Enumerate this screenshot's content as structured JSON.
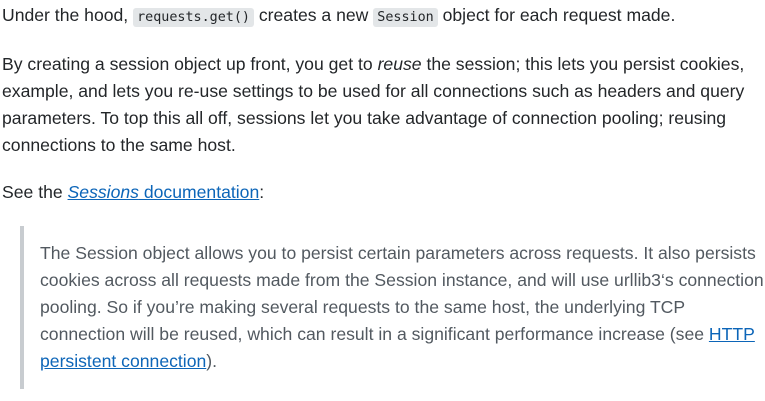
{
  "para1": {
    "prefix": "Under the hood, ",
    "code1": "requests.get()",
    "middle": " creates a new ",
    "code2": "Session",
    "suffix": " object for each request made."
  },
  "para2": {
    "prefix": "By creating a session object up front, you get to ",
    "emphasis": "reuse",
    "suffix": " the session; this lets you persist cookies, example, and lets you re-use settings to be used for all connections such as headers and query parameters. To top this all off, sessions let you take advantage of connection pooling; reusing connections to the same host."
  },
  "para3": {
    "prefix": "See the ",
    "link_em": "Sessions",
    "link_rest": " documentation",
    "suffix": ":"
  },
  "quote": {
    "text": "The Session object allows you to persist certain parameters across requests. It also persists cookies across all requests made from the Session instance, and will use urllib3‘s connection pooling. So if you’re making several requests to the same host, the underlying TCP connection will be reused, which can result in a significant performance increase (see ",
    "link": "HTTP persistent connection",
    "suffix": ")."
  },
  "colors": {
    "text": "#232629",
    "link": "#0c65b8",
    "quote_text": "#525960",
    "quote_border": "#c8ccd0",
    "code_bg": "#e3e6e8"
  }
}
